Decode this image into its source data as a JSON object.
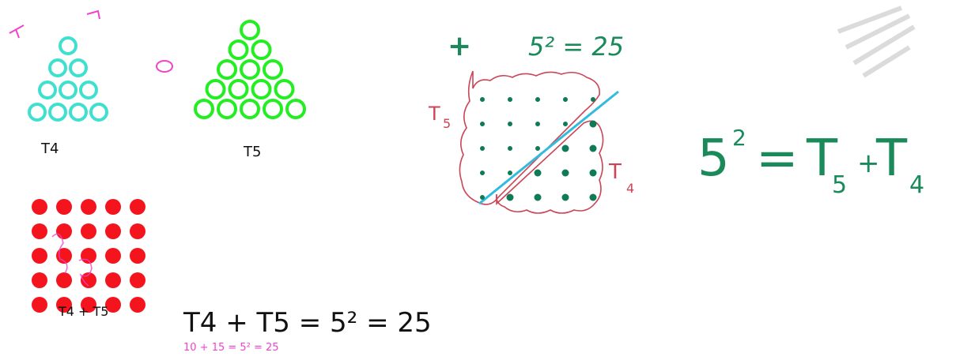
{
  "colors": {
    "cyan": "#40e0d0",
    "green": "#22ee22",
    "red": "#f4141e",
    "magenta": "#ee44cc",
    "teal": "#1a8a5a",
    "dark_teal": "#0e7a56",
    "outline_red": "#cc4455",
    "diag_blue": "#33bbdd",
    "ink": "#111111"
  },
  "figures": {
    "t4": {
      "label": "T4",
      "rows": 4,
      "color": "cyan"
    },
    "t5": {
      "label": "T5",
      "rows": 5,
      "color": "green"
    },
    "square": {
      "label": "T4 + T5",
      "size": 5,
      "color": "red"
    }
  },
  "equations": {
    "main": "T4 + T5 = 5² = 25",
    "sub": "10 + 15 = 5² = 25",
    "top_plus": "+",
    "top_right": "5² = 25",
    "big_left": "5",
    "big_exp": "2",
    "big_eq": "=",
    "big_T5": "T",
    "big_T5_sub": "5",
    "big_plus": "+",
    "big_T4": "T",
    "big_T4_sub": "4"
  },
  "diagram": {
    "label_t5": "T",
    "label_t5_sub": "5",
    "label_t4": "T",
    "label_t4_sub": "4"
  }
}
